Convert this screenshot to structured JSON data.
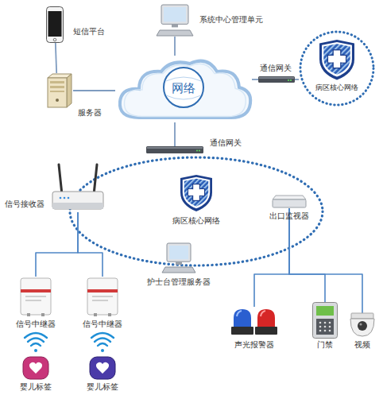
{
  "diagram": {
    "nodes": [
      {
        "text": [
          "系统中心管理单元"
        ]
      },
      {
        "text": [
          "短信平台"
        ]
      },
      {
        "text": [
          "服务器"
        ]
      },
      {
        "text": [
          "网络"
        ]
      },
      {
        "text": [
          "通信网关"
        ]
      },
      {
        "text": [
          "病区核心网络"
        ]
      },
      {
        "text": [
          "通信网关"
        ]
      },
      {
        "text": [
          "病区核心网络"
        ]
      },
      {
        "text": [
          "信号接收器"
        ]
      },
      {
        "text": [
          "出口监视器"
        ]
      },
      {
        "text": [
          "护士台管理服务器"
        ]
      },
      {
        "text": [
          "信号中继器"
        ]
      },
      {
        "text": [
          "信号中继器"
        ]
      },
      {
        "text": [
          "婴儿标签"
        ]
      },
      {
        "text": [
          "婴儿标签"
        ]
      },
      {
        "text": [
          "声光报警器"
        ]
      },
      {
        "text": [
          "门禁"
        ]
      },
      {
        "text": [
          "视频"
        ]
      }
    ],
    "edges": [
      {
        "from": 1,
        "to": 2,
        "arrow": "none"
      },
      {
        "from": 2,
        "to": 3,
        "arrow": "none"
      },
      {
        "from": 0,
        "to": 3,
        "arrow": "none"
      },
      {
        "from": 3,
        "to": 4,
        "arrow": "none"
      },
      {
        "from": 4,
        "to": 5,
        "arrow": "none"
      },
      {
        "from": 3,
        "to": 6,
        "arrow": "none"
      },
      {
        "from": 8,
        "to": 11,
        "arrow": "none"
      },
      {
        "from": 8,
        "to": 12,
        "arrow": "none"
      },
      {
        "from": 9,
        "to": 15,
        "arrow": "none"
      },
      {
        "from": 9,
        "to": 16,
        "arrow": "none"
      },
      {
        "from": 9,
        "to": 17,
        "arrow": "none"
      }
    ]
  }
}
